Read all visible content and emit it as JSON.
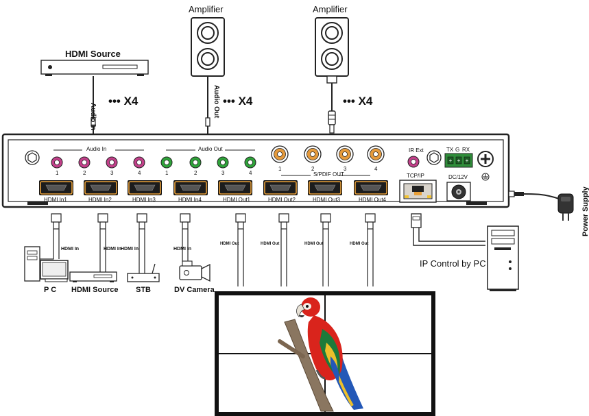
{
  "top": {
    "hdmi_source_title": "HDMI Source",
    "amplifier_1_title": "Amplifier",
    "amplifier_2_title": "Amplifier",
    "audio_in_cable": "Audio In",
    "audio_out_cable": "Audio Out",
    "multiplier_1": "••• X4",
    "multiplier_2": "••• X4",
    "multiplier_3": "••• X4"
  },
  "panel": {
    "audio_in_group": "Audio In",
    "audio_out_group": "Audio Out",
    "spdif_group": "S/PDIF OUT",
    "audio_in_ports": [
      "1",
      "2",
      "3",
      "4"
    ],
    "audio_out_ports": [
      "1",
      "2",
      "3",
      "4"
    ],
    "spdif_ports": [
      "1",
      "2",
      "3",
      "4"
    ],
    "ir_ext": "IR Ext",
    "tcp_ip": "TCP/IP",
    "dc_12v": "DC/12V",
    "terminal": {
      "tx": "TX",
      "g": "G",
      "rx": "RX"
    },
    "hdmi_ports": [
      "HDMI In1",
      "HDMI In2",
      "HDMI In3",
      "HDMI In4",
      "HDMI Out1",
      "HDMI Out2",
      "HDMI Out3",
      "HDMI Out4"
    ],
    "colors": {
      "audio_in": "#c2408a",
      "audio_out": "#2fa33a",
      "spdif": "#e59a3c",
      "terminal": "#2f8d3a"
    }
  },
  "cables": {
    "hdmi_in_1": "HDMI In",
    "hdmi_in_2": "HDMI In",
    "hdmi_in_3": "HDMI In",
    "hdmi_in_4": "HDMI In",
    "hdmi_out_1": "HDMI Out",
    "hdmi_out_2": "HDMI Out",
    "hdmi_out_3": "HDMI Out",
    "hdmi_out_4": "HDMI Out"
  },
  "devices": {
    "pc": "P C",
    "hdmi_source": "HDMI Source",
    "stb": "STB",
    "dv_camera": "DV Camera",
    "ip_control": "IP Control by PC",
    "power_supply": "Power Supply"
  }
}
